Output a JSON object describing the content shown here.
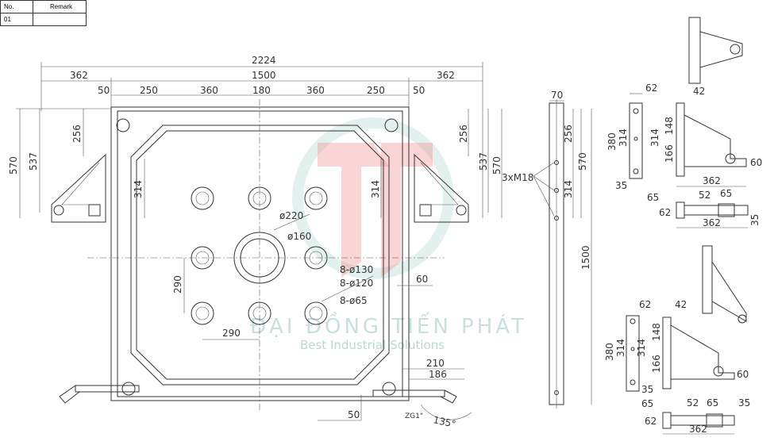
{
  "table": {
    "headers": [
      "No.",
      "Remark"
    ],
    "rows": [
      [
        "01",
        ""
      ]
    ]
  },
  "watermark": {
    "brand": "ĐẠI ĐỒNG TIẾN PHÁT",
    "tagline": "Best Industrial Solutions",
    "colors": {
      "red": "#e06060",
      "teal": "#7fbfb0"
    }
  },
  "front_view": {
    "top_dims": {
      "overall": "2224",
      "left": "362",
      "middle": "1500",
      "right": "362",
      "spacing": [
        "50",
        "250",
        "360",
        "180",
        "360",
        "250",
        "50"
      ]
    },
    "left_dims": {
      "h570": "570",
      "h537": "537",
      "h256": "256",
      "h314": "314"
    },
    "right_dims": {
      "h256": "256",
      "h537": "537",
      "h570": "570",
      "h314": "314"
    },
    "holes": {
      "d220": "ø220",
      "d160": "ø160",
      "d130": "8-ø130",
      "d120": "8-ø120",
      "d65": "8-ø65"
    },
    "grid_dims": {
      "vertical": "290",
      "horizontal": "290",
      "edge": "60"
    },
    "bottom_dims": {
      "d210": "210",
      "d186": "186",
      "d50": "50",
      "thread": "ZG1\"",
      "angle": "135°"
    }
  },
  "side_view": {
    "w70": "70",
    "h256": "256",
    "h570": "570",
    "h314": "314",
    "h1500": "1500",
    "bolts": "3xM18"
  },
  "bracket_top": {
    "d62": "62",
    "d42": "42",
    "d380": "380",
    "d314a": "314",
    "d314b": "314",
    "d148": "148",
    "d166": "166",
    "d35a": "35",
    "d65a": "65",
    "d362a": "362",
    "d60": "60",
    "d52": "52",
    "d65b": "65",
    "d62b": "62",
    "d362b": "362",
    "d35b": "35"
  },
  "bracket_bottom": {
    "d62": "62",
    "d42": "42",
    "d380": "380",
    "d314a": "314",
    "d314b": "314",
    "d148": "148",
    "d166": "166",
    "d35a": "35",
    "d65a": "65",
    "d60": "60",
    "d52": "52",
    "d65b": "65",
    "d35b": "35",
    "d62b": "62",
    "d362b": "362"
  }
}
